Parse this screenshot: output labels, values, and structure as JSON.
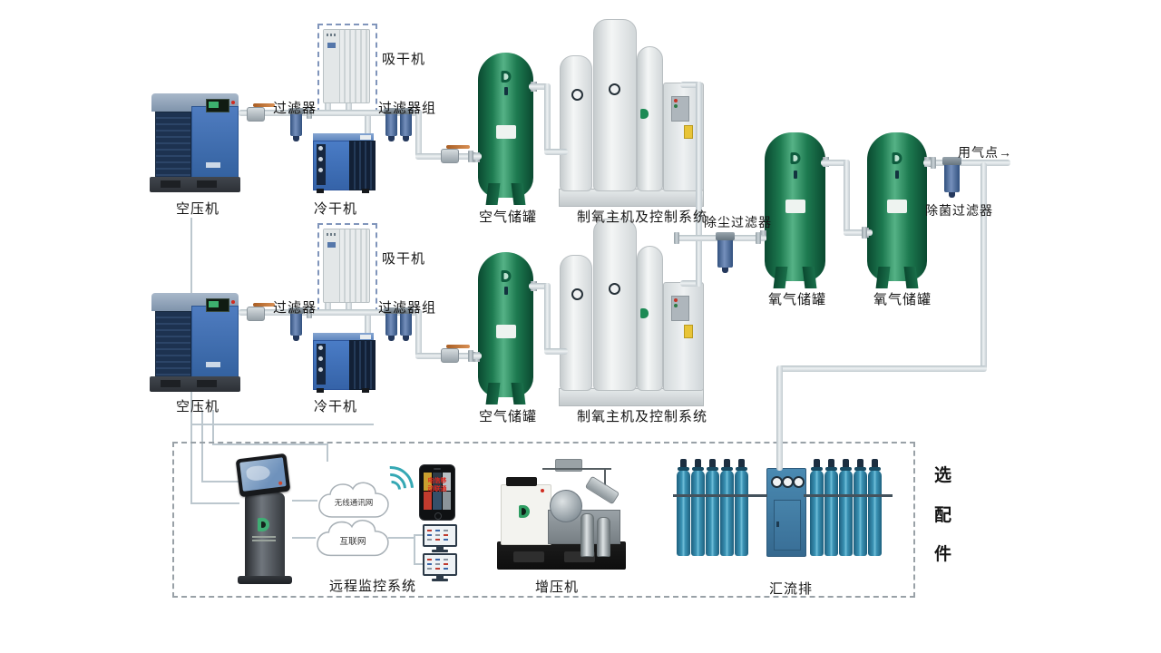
{
  "labels": {
    "air_compressor": "空压机",
    "filter": "过滤器",
    "adsorption_dryer": "吸干机",
    "refrigerated_dryer": "冷干机",
    "filter_group": "过滤器组",
    "air_tank": "空气储罐",
    "oxygen_generator": "制氧主机及控制系统",
    "dust_filter": "除尘过滤器",
    "oxygen_tank": "氧气储罐",
    "sterile_filter": "除菌过滤器",
    "use_point": "用气点→",
    "wireless_network": "无线通讯网",
    "internet": "互联网",
    "remote_monitoring": "远程监控系统",
    "booster": "增压机",
    "manifold": "汇流排",
    "optional_accessories": {
      "char1": "选",
      "char2": "配",
      "char3": "件",
      "full": "选配件"
    },
    "phone_carriers": "电信移动联通"
  },
  "colors": {
    "background": "#ffffff",
    "tank_green": "#1d7a50",
    "machine_blue": "#3f6cb0",
    "pipe_gray": "#c9d2d7",
    "cylinder_teal": "#2e7f9f",
    "filter_blue": "#4e6f9e",
    "valve_orange": "#c8793a",
    "wifi_teal": "#35a8b4",
    "dashed_box_gray": "#99a1a7",
    "dashed_box_blue": "#8095bb",
    "label_text": "#151515",
    "carrier_red": "#d01f1f"
  }
}
